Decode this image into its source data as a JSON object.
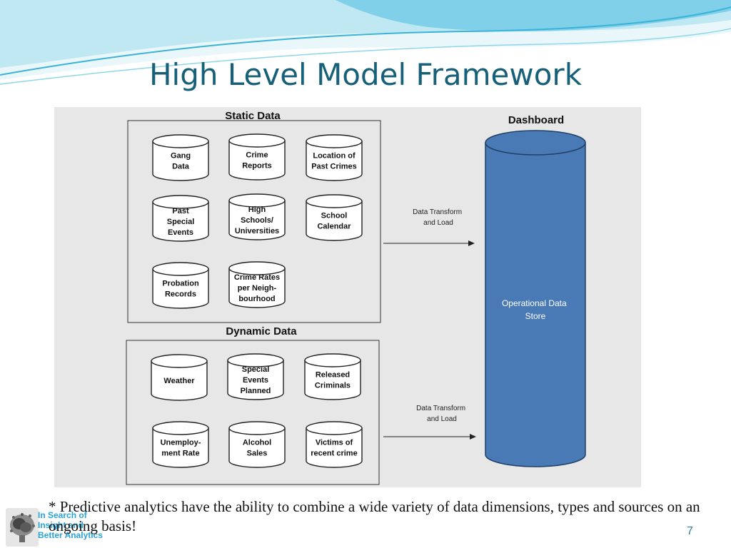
{
  "slide": {
    "title": "High Level Model Framework",
    "footnote": "* Predictive analytics have the ability to combine a wide variety of data dimensions, types and sources on an ongoing basis!",
    "page_number": "7",
    "logo_text": [
      "In Search of",
      "Insight and",
      "Better Analytics"
    ]
  },
  "diagram": {
    "static_group_label": "Static Data",
    "dynamic_group_label": "Dynamic Data",
    "static_sources": [
      [
        "Gang",
        "Data"
      ],
      [
        "Crime",
        "Reports"
      ],
      [
        "Location of",
        "Past Crimes"
      ],
      [
        "Past",
        "Special",
        "Events"
      ],
      [
        "High",
        "Schools/",
        "Universities"
      ],
      [
        "School",
        "Calendar"
      ],
      [
        "Probation",
        "Records"
      ],
      [
        "Crime Rates",
        "per Neigh-",
        "bourhood"
      ]
    ],
    "dynamic_sources": [
      [
        "Weather"
      ],
      [
        "Special",
        "Events",
        "Planned"
      ],
      [
        "Released",
        "Criminals"
      ],
      [
        "Unemploy-",
        "ment Rate"
      ],
      [
        "Alcohol",
        "Sales"
      ],
      [
        "Victims of",
        "recent crime"
      ]
    ],
    "edge_labels": [
      [
        "Data Transform",
        "and Load"
      ],
      [
        "Data Transform",
        "and Load"
      ]
    ],
    "target_title": "Dashboard",
    "target_store": [
      "Operational Data",
      "Store"
    ]
  },
  "colors": {
    "title": "#17607a",
    "store_fill": "#4a7ab5",
    "store_stroke": "#1f3f66",
    "panel_bg": "#e7e7e7",
    "wave_light": "#bfe8f3",
    "wave_mid": "#7fd0e8",
    "wave_dark": "#3bb3d9"
  }
}
